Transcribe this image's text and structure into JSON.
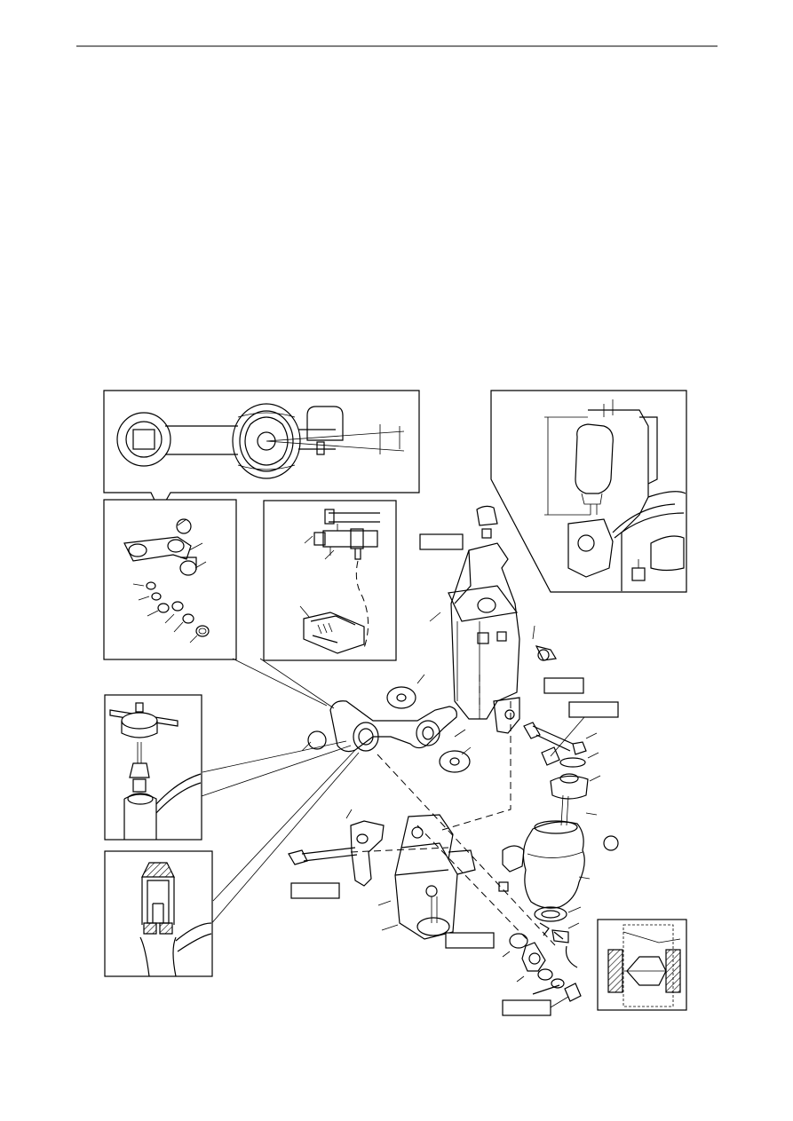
{
  "page": {
    "header_rule": true,
    "body_text_lines": [],
    "callout_labels": [],
    "torque_tags": [],
    "colors": {
      "ink": "#000000",
      "paper": "#ffffff"
    }
  },
  "figure": {
    "panels": [
      {
        "name": "bushing-detail",
        "kind": "detail"
      },
      {
        "name": "seal-exploded",
        "kind": "detail"
      },
      {
        "name": "grease-gun",
        "kind": "detail"
      },
      {
        "name": "press-tool",
        "kind": "detail"
      },
      {
        "name": "section-detail",
        "kind": "detail"
      },
      {
        "name": "cab-installed-view",
        "kind": "detail"
      },
      {
        "name": "bushing-section",
        "kind": "detail"
      }
    ]
  }
}
